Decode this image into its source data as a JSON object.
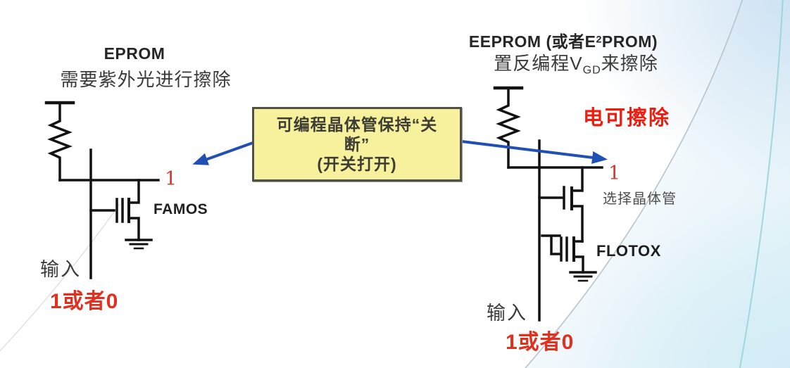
{
  "slide": {
    "background": "#ffffff",
    "swoosh_gray": "#b9c3cb",
    "swoosh_teal": "#93d2dc",
    "swoosh_tint": "#dcedf7"
  },
  "colors": {
    "accent_red": "#e2301f",
    "arrow_blue": "#2150b4",
    "line_black": "#121212",
    "note_bg": "#f7f09d",
    "note_border": "#50504a"
  },
  "left_panel": {
    "title": "EPROM",
    "subtitle": "需要紫外光进行擦除",
    "node_value": "1",
    "transistor_label": "FAMOS",
    "input_label": "输入",
    "input_value": "1或者0"
  },
  "right_panel": {
    "title_prefix": "EEPROM (或者E",
    "title_sup": "2",
    "title_suffix": "PROM)",
    "subtitle_prefix": "置反编程V",
    "subtitle_sub": "GD",
    "subtitle_suffix": "来擦除",
    "erase_note": "电可擦除",
    "node_value": "1",
    "select_transistor_label": "选择晶体管",
    "transistor_label": "FLOTOX",
    "input_label": "输入",
    "input_value": "1或者0"
  },
  "note_box": {
    "line1": "可编程晶体管保持“关",
    "line2": "断”",
    "line3": "(开关打开)"
  }
}
